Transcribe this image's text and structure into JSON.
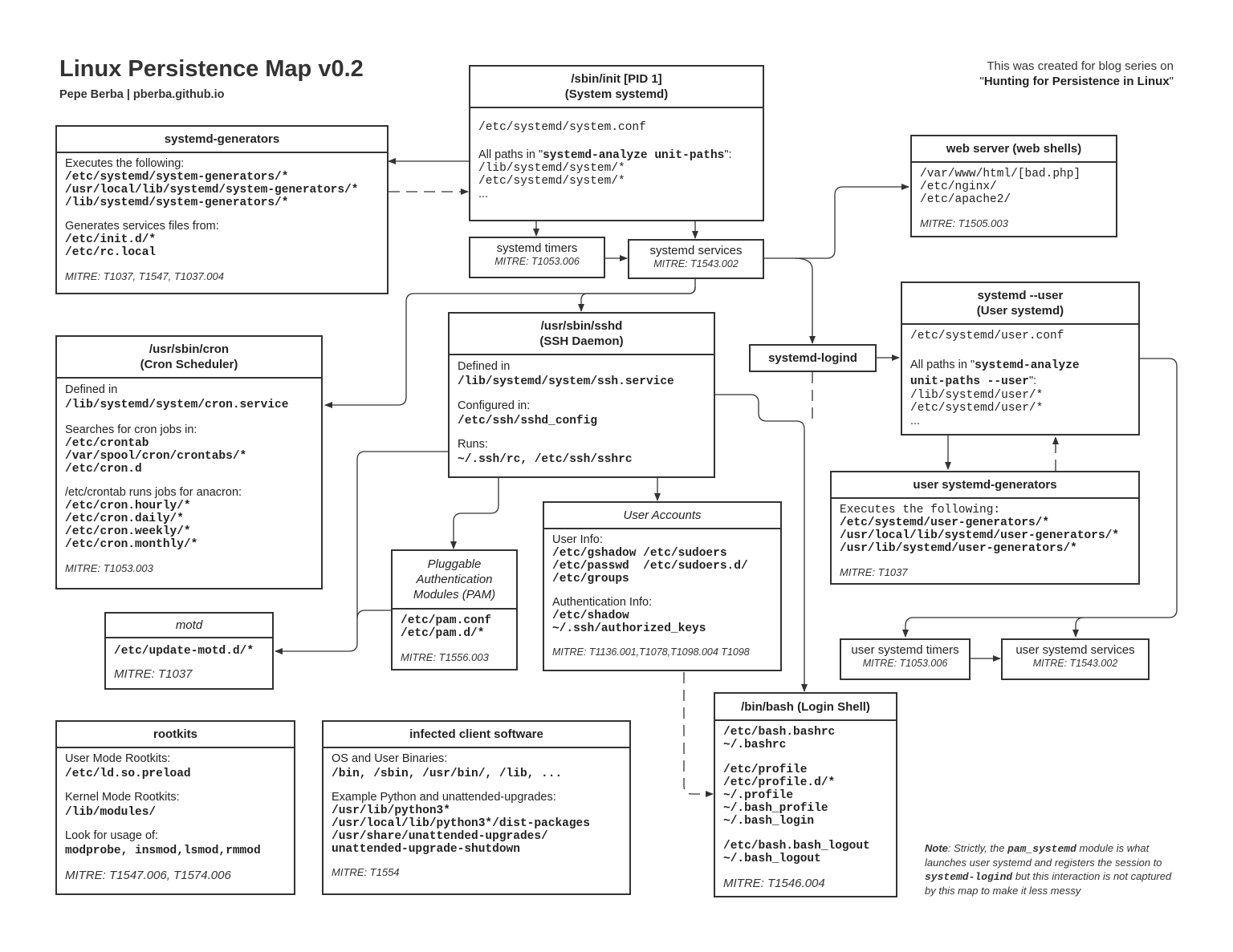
{
  "title": "Linux Persistence Map v0.2",
  "subtitle": "Pepe Berba | pberba.github.io",
  "blog_note": {
    "line1": "This was created for blog series on",
    "line2_q1": "\"",
    "line2_bold": "Hunting for Persistence in Linux",
    "line2_q2": "\""
  },
  "init": {
    "header1": "/sbin/init [PID 1]",
    "header2": "(System systemd)",
    "conf": "/etc/systemd/system.conf",
    "paths_pre": "All paths in \"",
    "paths_cmd": "systemd-analyze unit-paths",
    "paths_post": "\":",
    "p1": "/lib/systemd/system/*",
    "p2": "/etc/systemd/system/*",
    "more": "..."
  },
  "generators": {
    "header": "systemd-generators",
    "exec_label": "Executes the following:",
    "e1": "/etc/systemd/system-generators/*",
    "e2": "/usr/local/lib/systemd/system-generators/*",
    "e3": "/lib/systemd/system-generators/*",
    "gen_label": "Generates services files from:",
    "g1": "/etc/init.d/*",
    "g2": "/etc/rc.local",
    "mitre": "MITRE: T1037, T1547, T1037.004"
  },
  "webserver": {
    "header": "web server (web shells)",
    "p1": "/var/www/html/[bad.php]",
    "p2": "/etc/nginx/",
    "p3": "/etc/apache2/",
    "mitre": "MITRE: T1505.003"
  },
  "timers": {
    "label": "systemd timers",
    "mitre": "MITRE: T1053.006"
  },
  "services": {
    "label": "systemd services",
    "mitre": "MITRE: T1543.002"
  },
  "cron": {
    "header1": "/usr/sbin/cron",
    "header2": "(Cron Scheduler)",
    "def_label": "Defined in",
    "def_path": "/lib/systemd/system/cron.service",
    "search_label": "Searches for cron jobs in:",
    "s1": "/etc/crontab",
    "s2": "/var/spool/cron/crontabs/*",
    "s3": "/etc/cron.d",
    "ana_label": "/etc/crontab runs jobs for anacron:",
    "a1": "/etc/cron.hourly/*",
    "a2": "/etc/cron.daily/*",
    "a3": "/etc/cron.weekly/*",
    "a4": "/etc/cron.monthly/*",
    "mitre": "MITRE: T1053.003"
  },
  "sshd": {
    "header1": "/usr/sbin/sshd",
    "header2": "(SSH Daemon)",
    "def_label": "Defined in",
    "def_path": "/lib/systemd/system/ssh.service",
    "conf_label": "Configured in:",
    "conf_path": "/etc/ssh/sshd_config",
    "runs_label": "Runs:",
    "runs_path": "~/.ssh/rc, /etc/ssh/sshrc"
  },
  "logind": {
    "label": "systemd-logind"
  },
  "user_systemd": {
    "header1": "systemd --user",
    "header2": "(User systemd)",
    "conf": "/etc/systemd/user.conf",
    "paths_pre": "All paths in \"",
    "paths_cmd1": "systemd-analyze",
    "paths_cmd2": "unit-paths --user",
    "paths_post": "\":",
    "p1": "/lib/systemd/user/*",
    "p2": "/etc/systemd/user/*",
    "more": "..."
  },
  "user_generators": {
    "header": "user systemd-generators",
    "exec_label": "Executes the following:",
    "e1": "/etc/systemd/user-generators/*",
    "e2": "/usr/local/lib/systemd/user-generators/*",
    "e3": "/usr/lib/systemd/user-generators/*",
    "mitre": "MITRE: T1037"
  },
  "pam": {
    "header1": "Pluggable",
    "header2": "Authentication",
    "header3": "Modules (PAM)",
    "p1": "/etc/pam.conf",
    "p2": "/etc/pam.d/*",
    "mitre": "MITRE: T1556.003"
  },
  "accounts": {
    "header": "User Accounts",
    "info_label": "User Info:",
    "i1": "/etc/gshadow /etc/sudoers",
    "i2": "/etc/passwd  /etc/sudoers.d/",
    "i3": "/etc/groups",
    "auth_label": "Authentication Info:",
    "a1": "/etc/shadow",
    "a2": "~/.ssh/authorized_keys",
    "mitre": "MITRE: T1136.001,T1078,T1098.004 T1098"
  },
  "motd": {
    "header": "motd",
    "path": "/etc/update-motd.d/*",
    "mitre": "MITRE: T1037"
  },
  "user_timers": {
    "label": "user systemd timers",
    "mitre": "MITRE: T1053.006"
  },
  "user_services": {
    "label": "user systemd services",
    "mitre": "MITRE: T1543.002"
  },
  "bash": {
    "header": "/bin/bash (Login Shell)",
    "b1": "/etc/bash.bashrc",
    "b2": "~/.bashrc",
    "p1": "/etc/profile",
    "p2": "/etc/profile.d/*",
    "p3": "~/.profile",
    "p4": "~/.bash_profile",
    "p5": "~/.bash_login",
    "l1": "/etc/bash.bash_logout",
    "l2": "~/.bash_logout",
    "mitre": "MITRE: T1546.004"
  },
  "rootkits": {
    "header": "rootkits",
    "um_label": "User Mode Rootkits:",
    "um_path": "/etc/ld.so.preload",
    "km_label": "Kernel Mode Rootkits:",
    "km_path": "/lib/modules/",
    "look_label": "Look for usage of:",
    "look_cmds": "modprobe, insmod,lsmod,rmmod",
    "mitre": "MITRE: T1547.006, T1574.006"
  },
  "infected": {
    "header": "infected client software",
    "os_label": "OS and User Binaries:",
    "os_path": "/bin, /sbin, /usr/bin/, /lib, ...",
    "py_label": "Example Python and unattended-upgrades:",
    "py1": "/usr/lib/python3*",
    "py2": "/usr/local/lib/python3*/dist-packages",
    "py3": "/usr/share/unattended-upgrades/",
    "py4": "unattended-upgrade-shutdown",
    "mitre": "MITRE: T1554"
  },
  "note": {
    "label": "Note",
    "t1": ": Strictly, the ",
    "m1": "pam_systemd",
    "t2": " module is what launches user systemd and registers the session to ",
    "m2": "systemd-logind",
    "t3": " but this interaction is not captured by this map to make it less messy"
  }
}
